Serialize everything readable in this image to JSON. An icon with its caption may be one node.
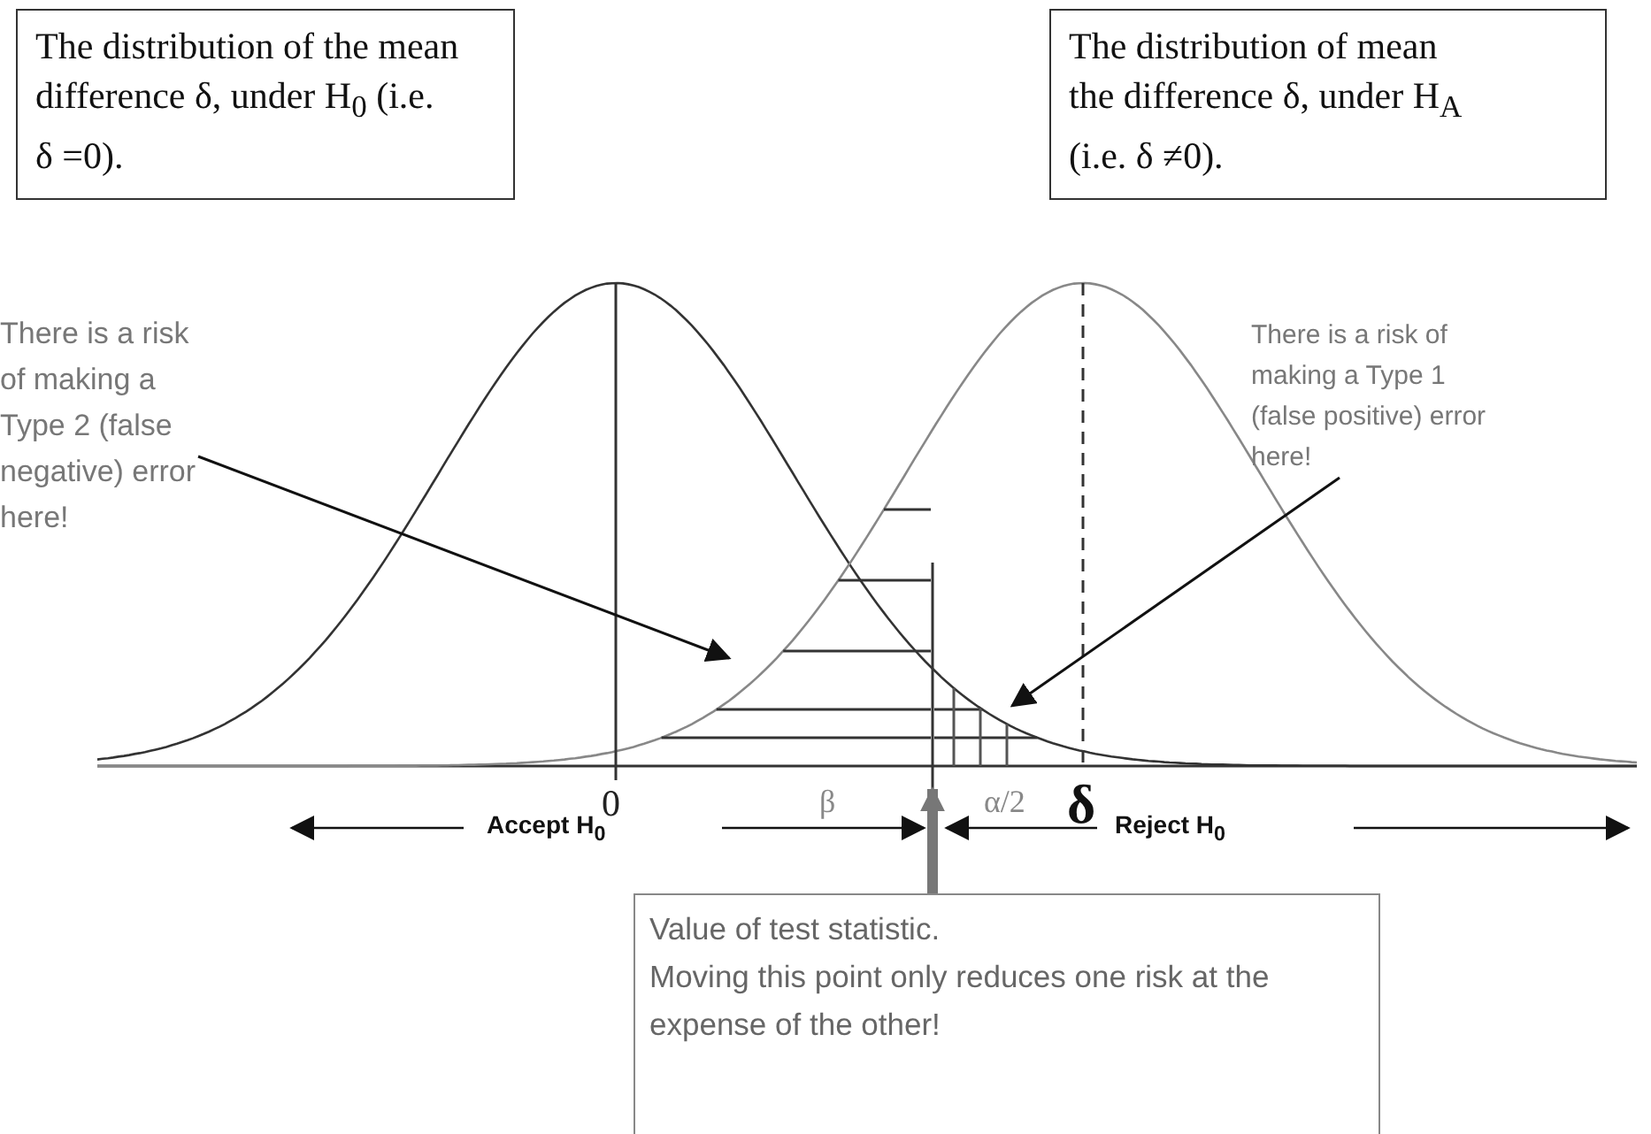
{
  "diagram": {
    "nodes": [
      {
        "text": [
          "The distribution of the mean difference δ, under H$_{0}$ (i.e. δ =0)."
        ]
      },
      {
        "text": [
          "The distribution of mean the difference δ, under  H$_{A}$ (i.e. δ ≠0)."
        ]
      },
      {
        "text": [
          "There is a risk of making a Type 2 (false negative) error here!"
        ]
      },
      {
        "text": [
          "There is a risk of making a Type 1 (false positive) error here!"
        ]
      },
      {
        "text": [],
        "shape": "area"
      },
      {
        "text": [],
        "shape": "area"
      },
      {
        "text": [
          "Value of test statistic.",
          "Moving this point only reduces one risk at the expense of the other!"
        ]
      },
      {
        "text": [],
        "shape": "line"
      }
    ],
    "edges": [
      {
        "from": 2,
        "to": 4,
        "arrow": "to"
      },
      {
        "from": 3,
        "to": 5,
        "arrow": "to"
      },
      {
        "from": 6,
        "to": 7,
        "arrow": "to",
        "style": "thick",
        "color": "#777777"
      }
    ],
    "labels": [
      "0",
      "β",
      "α/2",
      "δ",
      "Accept H$_{0}$",
      "Reject H$_{0}$"
    ]
  }
}
